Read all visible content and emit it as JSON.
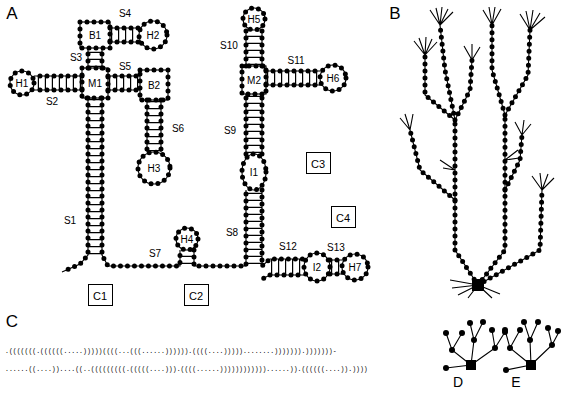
{
  "diagram": {
    "nodes": [
      {
        "text": [
          "C1"
        ]
      },
      {
        "text": [
          "C2"
        ]
      },
      {
        "text": [
          "C3"
        ]
      },
      {
        "text": [
          "C4"
        ]
      }
    ],
    "labels": [
      "A",
      "S1",
      "S2",
      "S3",
      "S4",
      "S5",
      "S6",
      "S7",
      "S8",
      "S9",
      "S10",
      "S11",
      "S12",
      "S13",
      "H1",
      "H2",
      "H3",
      "H4",
      "H5",
      "H6",
      "H7",
      "M1",
      "M2",
      "B1",
      "B2",
      "I1",
      "I2",
      "B",
      "C",
      ".(((((((.((((((.....)))))((((...(((......)))))).((((....)))))........))))))).)))))))-",
      "......((....))....((..(((((((((.(((((....))).((((......))))))))))))......)).((((((....)).))))",
      "D",
      "E"
    ]
  }
}
